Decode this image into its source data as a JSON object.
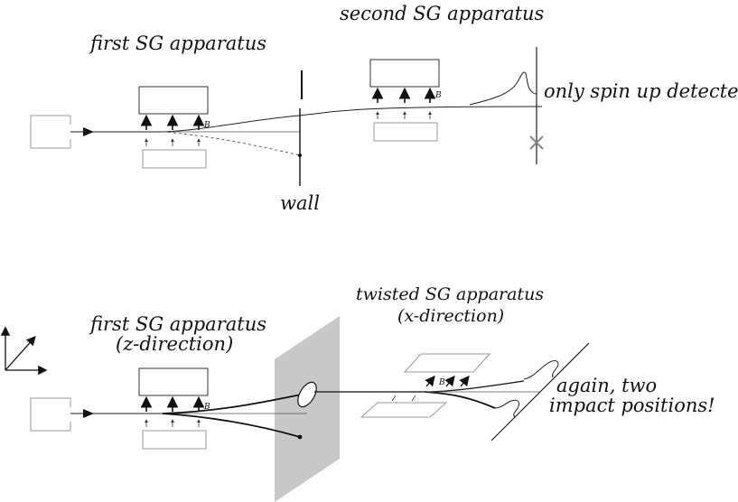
{
  "top": {
    "first_label": "first SG apparatus",
    "second_label": "second SG apparatus",
    "wall_label": "wall",
    "detected_label": "only spin up detected",
    "field_label": "B"
  },
  "bottom": {
    "first_label_line1": "first SG apparatus",
    "first_label_line2": "(z-direction)",
    "twisted_label_line1": "twisted SG apparatus",
    "twisted_label_line2": "(x-direction)",
    "result_line1": "again, two",
    "result_line2": "impact positions!",
    "field_label": "B"
  },
  "colors": {
    "wall_gray": "#c8c8c8",
    "detector_x": "#888888",
    "line": "#222222"
  }
}
